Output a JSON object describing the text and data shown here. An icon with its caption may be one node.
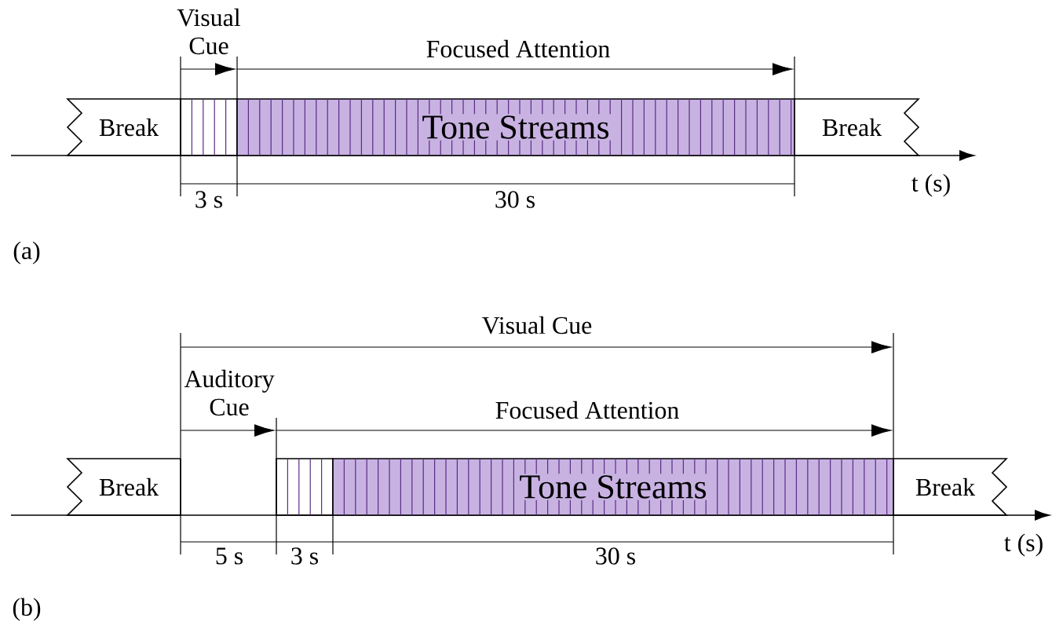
{
  "diagram": {
    "nodes": [
      {
        "text": [
          "Break"
        ]
      },
      {
        "text": [
          "Tone Streams"
        ]
      },
      {
        "text": [
          "Break"
        ]
      },
      {
        "text": [
          "Break"
        ]
      },
      {
        "text": [
          "Tone Streams"
        ]
      },
      {
        "text": [
          "Break"
        ]
      }
    ],
    "labels": [
      "Visual Cue",
      "Focused Attention",
      "3 s",
      "30 s",
      "t (s)",
      "(a)",
      "Visual Cue",
      "Auditory Cue",
      "Focused Attention",
      "5 s",
      "3 s",
      "30 s",
      "t (s)",
      "(b)"
    ]
  }
}
